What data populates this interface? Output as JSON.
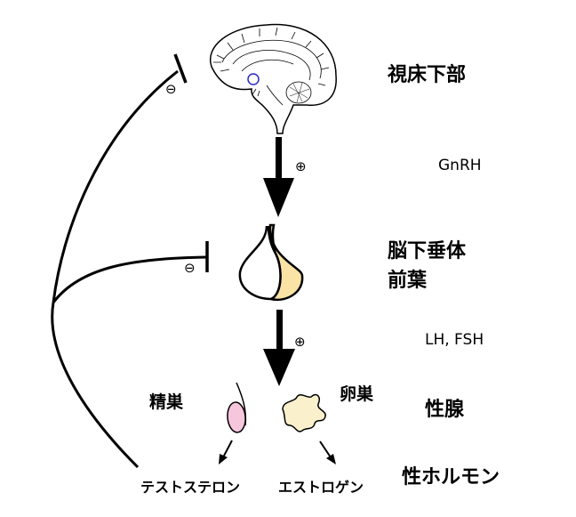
{
  "title": "視床下部-下垂体-性腺系",
  "levels": {
    "hypothalamus": "視床下部",
    "pituitary_line1": "脳下垂体",
    "pituitary_line2": "前葉",
    "gonads": "性腺",
    "sex_hormones": "性ホルモン"
  },
  "hormones": {
    "gnrh": "GnRH",
    "lh_fsh": "LH, FSH"
  },
  "organs": {
    "testis": "精巣",
    "ovary": "卵巣"
  },
  "products": {
    "testosterone": "テストステロン",
    "estrogen": "エストロゲン"
  },
  "signs": {
    "stimulation": "⊕",
    "inhibition": "⊖"
  },
  "colors": {
    "line": "#000000",
    "pituitary_anterior": "#fbe3a6",
    "testis": "#f6c6dc",
    "ovary": "#fbf0cc",
    "hypothalamus_marker": "#2a2acc"
  }
}
